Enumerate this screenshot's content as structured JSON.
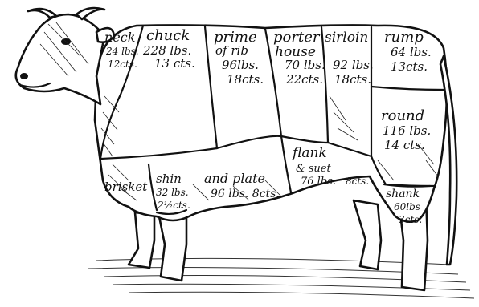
{
  "cuts": {
    "neck": {
      "name": "neck",
      "weight": "24 lbs.",
      "price": "12cts."
    },
    "chuck": {
      "name": "chuck",
      "weight": "228 lbs.",
      "price": "13 cts."
    },
    "prime": {
      "name1": "prime",
      "name2": "of rib",
      "weight": "96lbs.",
      "price": "18cts."
    },
    "porter": {
      "name1": "porter",
      "name2": "house",
      "weight": "70 lbs.",
      "price": "22cts."
    },
    "sirloin": {
      "name": "sirloin",
      "weight": "92 lbs.",
      "price": "18cts."
    },
    "rump": {
      "name": "rump",
      "weight": "64 lbs.",
      "price": "13cts."
    },
    "round": {
      "name": "round",
      "weight": "116 lbs.",
      "price": "14 cts."
    },
    "flank": {
      "name1": "flank",
      "name2": "& suet",
      "weight": "76 lbs.",
      "price": "8cts."
    },
    "plate": {
      "name": "and plate",
      "detail": "96 lbs. 8cts."
    },
    "brisket": {
      "name": "brisket"
    },
    "shin": {
      "name": "shin",
      "weight": "32 lbs.",
      "price": "2½cts."
    },
    "shank": {
      "name": "shank",
      "weight": "60lbs",
      "price": "3cts."
    }
  },
  "colors": {
    "ink": "#111111",
    "paper": "#ffffff"
  }
}
